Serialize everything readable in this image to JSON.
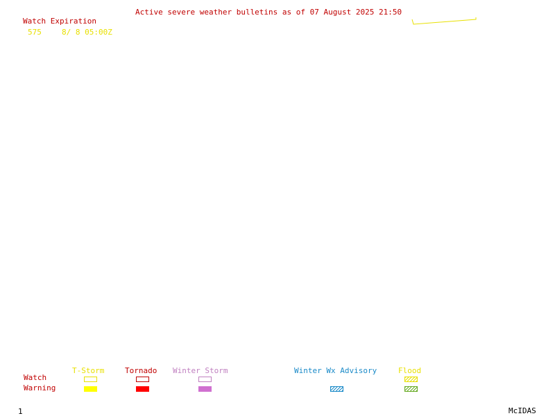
{
  "header": {
    "bulletin_title": "Active severe weather bulletins as of 07 August 2025 21:50"
  },
  "watch_list": {
    "heading": "Watch Expiration",
    "rows": [
      {
        "watch_number": "575",
        "expiration": "8/ 8 05:00Z"
      }
    ]
  },
  "legend": {
    "columns": {
      "tstorm": "T-Storm",
      "tornado": "Tornado",
      "winter_storm": "Winter Storm",
      "winter_wx_advisory": "Winter Wx Advisory",
      "flood": "Flood"
    },
    "rows": {
      "watch": "Watch",
      "warning": "Warning"
    },
    "colors": {
      "tstorm": "#ffff00",
      "tornado": "#ff0000",
      "winter_storm": "#d070d0",
      "winter_wx_advisory": "#1a8ac8",
      "flood": "#88cc22",
      "labels": "#c00000"
    }
  },
  "footer": {
    "frame_number": "1",
    "software": "McIDAS"
  }
}
